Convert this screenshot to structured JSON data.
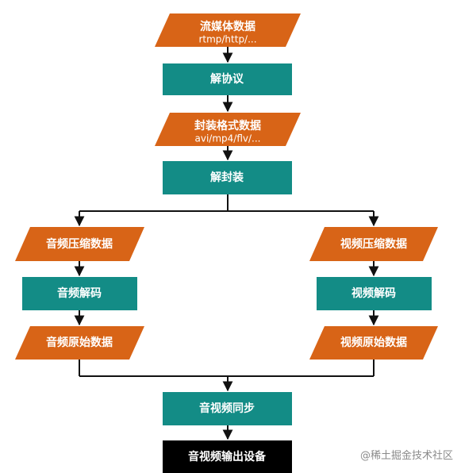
{
  "diagram": {
    "nodes": {
      "stream_data": {
        "title": "流媒体数据",
        "subtitle": "rtmp/http/..."
      },
      "deprotocol": {
        "title": "解协议"
      },
      "container_data": {
        "title": "封装格式数据",
        "subtitle": "avi/mp4/flv/..."
      },
      "demux": {
        "title": "解封装"
      },
      "audio_compressed": {
        "title": "音频压缩数据"
      },
      "video_compressed": {
        "title": "视频压缩数据"
      },
      "audio_decode": {
        "title": "音频解码"
      },
      "video_decode": {
        "title": "视频解码"
      },
      "audio_raw": {
        "title": "音频原始数据"
      },
      "video_raw": {
        "title": "视频原始数据"
      },
      "av_sync": {
        "title": "音视频同步"
      },
      "output_device": {
        "title": "音视频输出设备"
      }
    },
    "colors": {
      "data_fill": "#D86417",
      "process_fill": "#138C86",
      "output_fill": "#000000",
      "line": "#111111"
    }
  },
  "watermark": {
    "text": "@稀土掘金技术社区"
  }
}
